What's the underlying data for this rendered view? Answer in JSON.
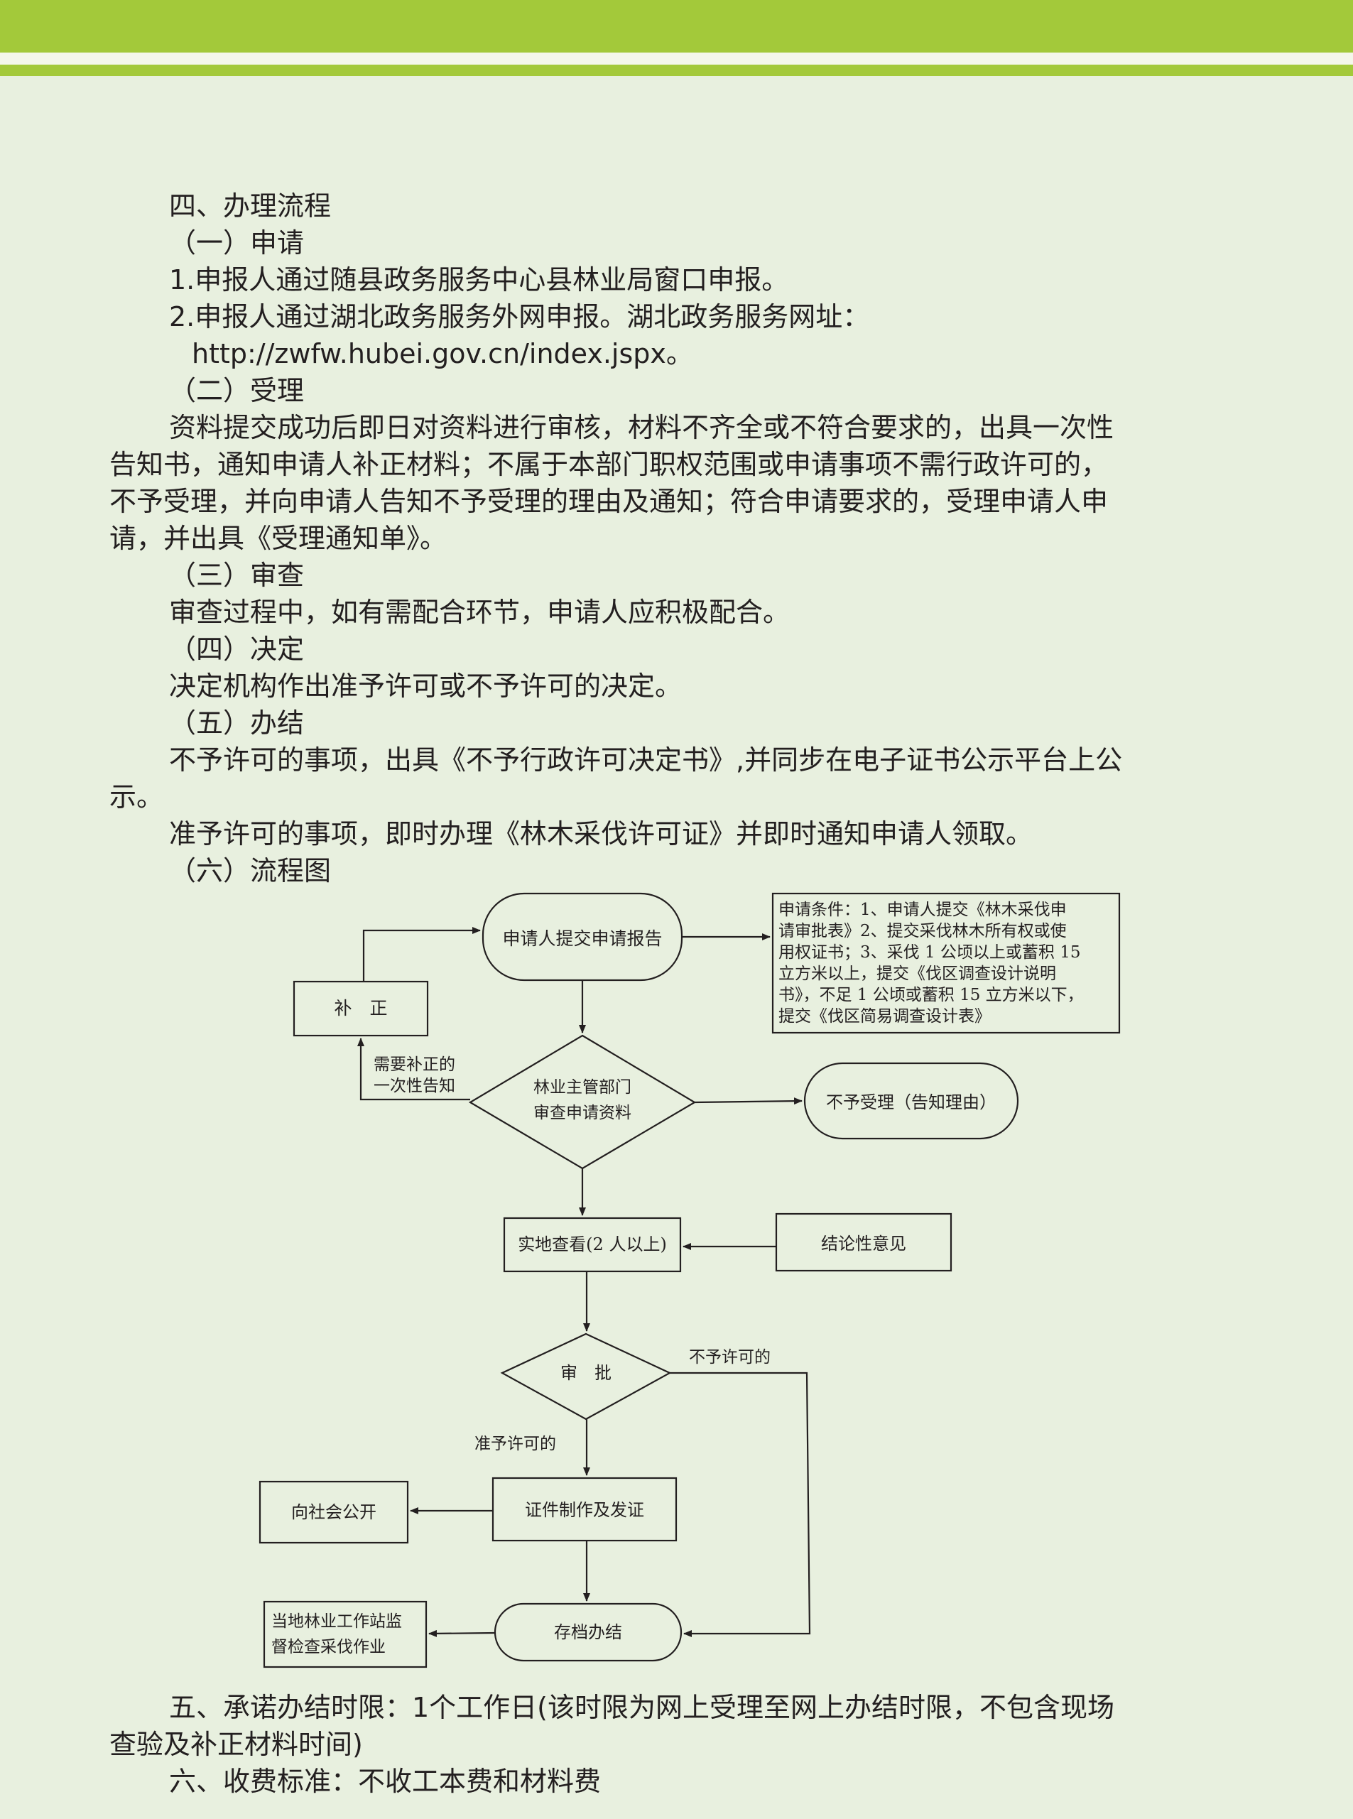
{
  "section4": {
    "heading": "四、办理流程",
    "apply_heading": "（一）申请",
    "apply_item1": "1.申报人通过随县政务服务中心县林业局窗口申报。",
    "apply_item2": "2.申报人通过湖北政务服务外网申报。湖北政务服务网址：",
    "apply_url": "http://zwfw.hubei.gov.cn/index.jspx。",
    "accept_heading": "（二）受理",
    "accept_lines": [
      "资料提交成功后即日对资料进行审核，材料不齐全或不符合要求的，出具一次性",
      "告知书，通知申请人补正材料；不属于本部门职权范围或申请事项不需行政许可的，",
      "不予受理，并向申请人告知不予受理的理由及通知；符合申请要求的，受理申请人申",
      "请，并出具《受理通知单》。"
    ],
    "review_heading": "（三）审查",
    "review_text": "审查过程中，如有需配合环节，申请人应积极配合。",
    "decision_heading": "（四）决定",
    "decision_text": "决定机构作出准予许可或不予许可的决定。",
    "close_heading": "（五）办结",
    "close_lines": [
      "不予许可的事项，出具《不予行政许可决定书》,并同步在电子证书公示平台上公",
      "示。",
      "准予许可的事项，即时办理《林木采伐许可证》并即时通知申请人领取。"
    ],
    "chart_heading": "（六）流程图"
  },
  "flowchart": {
    "submit": "申请人提交申请报告",
    "conditions": [
      "申请条件：1、申请人提交《林木采伐申",
      "请审批表》2、提交采伐林木所有权或使",
      "用权证书；3、采伐 1 公顷以上或蓄积 15",
      "立方米以上，提交《伐区调查设计说明",
      "书》，不足 1 公顷或蓄积 15 立方米以下，",
      "提交《伐区简易调查设计表》"
    ],
    "supplement": "补　正",
    "supplement_note": [
      "需要补正的",
      "一次性告知"
    ],
    "review": [
      "林业主管部门",
      "审查申请资料"
    ],
    "reject": "不予受理（告知理由）",
    "inspect": "实地查看(2 人以上)",
    "conclusion": "结论性意见",
    "approve": "审　批",
    "deny_label": "不予许可的",
    "grant_label": "准予许可的",
    "certify": "证件制作及发证",
    "publicize": "向社会公开",
    "archive": "存档办结",
    "supervise": [
      "当地林业工作站监",
      "督检查采伐作业"
    ]
  },
  "section5": {
    "lines": [
      "五、承诺办结时限：1个工作日(该时限为网上受理至网上办结时限，不包含现场",
      "查验及补正材料时间)"
    ]
  },
  "section6": {
    "text": "六、收费标准：不收工本费和材料费"
  }
}
